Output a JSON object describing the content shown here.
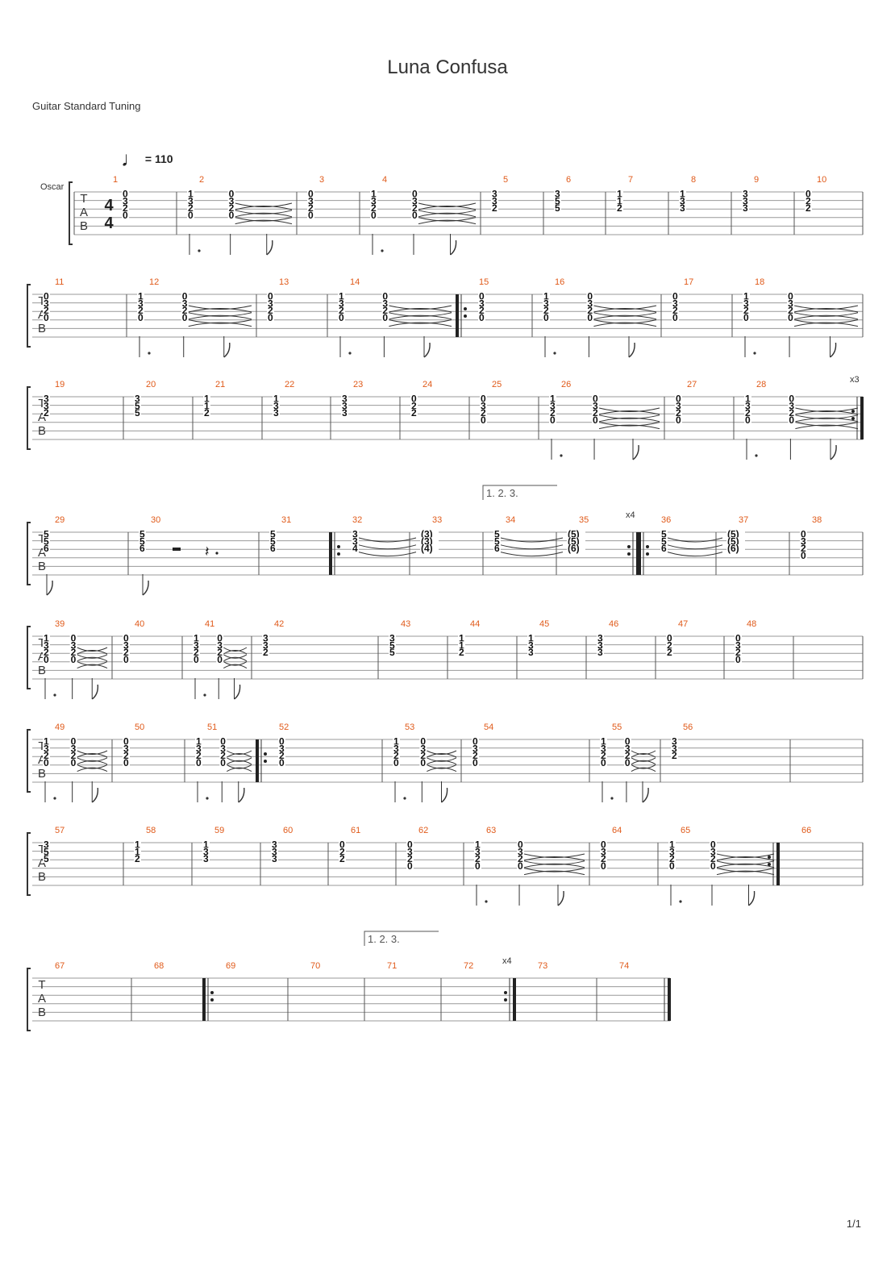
{
  "title": "Luna Confusa",
  "tuning_label": "Guitar Standard Tuning",
  "tempo": {
    "glyph": "♩",
    "text": "= 110"
  },
  "track_name": "Oscar",
  "time_signature": {
    "top": "4",
    "bottom": "4"
  },
  "tab_clef": [
    "T",
    "A",
    "B"
  ],
  "page_number": "1/1",
  "chords": {
    "A": [
      "0",
      "3",
      "2",
      "0"
    ],
    "B": [
      "1",
      "3",
      "2",
      "0"
    ],
    "C": [
      "3",
      "3",
      "2"
    ],
    "D": [
      "3",
      "5",
      "5"
    ],
    "E": [
      "1",
      "1",
      "2"
    ],
    "F": [
      "1",
      "3",
      "3"
    ],
    "G": [
      "3",
      "3",
      "3"
    ],
    "H": [
      "0",
      "2",
      "2"
    ],
    "I": [
      "5",
      "5",
      "6"
    ],
    "J": [
      "3",
      "3",
      "4"
    ],
    "K": [
      "(3)",
      "(3)",
      "(4)"
    ],
    "L": [
      "(5)",
      "(5)",
      "(6)"
    ]
  },
  "systems": [
    {
      "measures": [
        {
          "n": "1",
          "type": "single",
          "chord": "A",
          "ts": true
        },
        {
          "n": "2",
          "type": "double",
          "chords": [
            "B",
            "A"
          ]
        },
        {
          "n": "3",
          "type": "single",
          "chord": "A"
        },
        {
          "n": "4",
          "type": "double",
          "chords": [
            "B",
            "A"
          ]
        },
        {
          "n": "5",
          "type": "single",
          "chord": "C"
        },
        {
          "n": "6",
          "type": "single",
          "chord": "D"
        },
        {
          "n": "7",
          "type": "single",
          "chord": "E"
        },
        {
          "n": "8",
          "type": "single",
          "chord": "F"
        },
        {
          "n": "9",
          "type": "single",
          "chord": "G"
        },
        {
          "n": "10",
          "type": "single",
          "chord": "H"
        }
      ]
    },
    {
      "measures": [
        {
          "n": "11",
          "type": "single",
          "chord": "A"
        },
        {
          "n": "12",
          "type": "double",
          "chords": [
            "B",
            "A"
          ]
        },
        {
          "n": "13",
          "type": "single",
          "chord": "A"
        },
        {
          "n": "14",
          "type": "double",
          "chords": [
            "B",
            "A"
          ]
        },
        {
          "n": "15",
          "type": "single",
          "chord": "A",
          "repeat_start": true
        },
        {
          "n": "16",
          "type": "double",
          "chords": [
            "B",
            "A"
          ]
        },
        {
          "n": "17",
          "type": "single",
          "chord": "A"
        },
        {
          "n": "18",
          "type": "double",
          "chords": [
            "B",
            "A"
          ]
        }
      ]
    },
    {
      "measures": [
        {
          "n": "19",
          "type": "single",
          "chord": "C"
        },
        {
          "n": "20",
          "type": "single",
          "chord": "D"
        },
        {
          "n": "21",
          "type": "single",
          "chord": "E"
        },
        {
          "n": "22",
          "type": "single",
          "chord": "F"
        },
        {
          "n": "23",
          "type": "single",
          "chord": "G"
        },
        {
          "n": "24",
          "type": "single",
          "chord": "H"
        },
        {
          "n": "25",
          "type": "single",
          "chord": "A"
        },
        {
          "n": "26",
          "type": "double",
          "chords": [
            "B",
            "A"
          ]
        },
        {
          "n": "27",
          "type": "single",
          "chord": "A"
        },
        {
          "n": "28",
          "type": "double",
          "chords": [
            "B",
            "A"
          ],
          "repeat_end": true,
          "repeat_count": "x3"
        }
      ]
    },
    {
      "measures": [
        {
          "n": "29",
          "type": "single",
          "chord": "I",
          "flag": true
        },
        {
          "n": "30",
          "type": "rest",
          "chord": "I"
        },
        {
          "n": "31",
          "type": "single",
          "chord": "I"
        },
        {
          "n": "32",
          "type": "tie",
          "chord": "J",
          "repeat_start": true
        },
        {
          "n": "33",
          "type": "single",
          "chord": "K"
        },
        {
          "n": "34",
          "type": "tie",
          "chord": "I",
          "volta": "1. 2. 3."
        },
        {
          "n": "35",
          "type": "single",
          "chord": "L",
          "repeat_end": true,
          "repeat_count": "x4"
        },
        {
          "n": "36",
          "type": "tie",
          "chord": "I",
          "repeat_start": true
        },
        {
          "n": "37",
          "type": "single",
          "chord": "L"
        },
        {
          "n": "38",
          "type": "single",
          "chord": "A"
        }
      ]
    },
    {
      "measures": [
        {
          "n": "39",
          "type": "double",
          "chords": [
            "B",
            "A"
          ]
        },
        {
          "n": "40",
          "type": "single",
          "chord": "A"
        },
        {
          "n": "41",
          "type": "double",
          "chords": [
            "B",
            "A"
          ]
        },
        {
          "n": "42",
          "type": "single",
          "chord": "C"
        },
        {
          "n": "43",
          "type": "single",
          "chord": "D"
        },
        {
          "n": "44",
          "type": "single",
          "chord": "E"
        },
        {
          "n": "45",
          "type": "single",
          "chord": "F"
        },
        {
          "n": "46",
          "type": "single",
          "chord": "G"
        },
        {
          "n": "47",
          "type": "single",
          "chord": "H"
        },
        {
          "n": "48",
          "type": "single",
          "chord": "A"
        }
      ]
    },
    {
      "measures": [
        {
          "n": "49",
          "type": "double",
          "chords": [
            "B",
            "A"
          ]
        },
        {
          "n": "50",
          "type": "single",
          "chord": "A"
        },
        {
          "n": "51",
          "type": "double",
          "chords": [
            "B",
            "A"
          ]
        },
        {
          "n": "52",
          "type": "single",
          "chord": "A",
          "repeat_start": true
        },
        {
          "n": "53",
          "type": "double",
          "chords": [
            "B",
            "A"
          ]
        },
        {
          "n": "54",
          "type": "single",
          "chord": "A"
        },
        {
          "n": "55",
          "type": "double",
          "chords": [
            "B",
            "A"
          ]
        },
        {
          "n": "56",
          "type": "single",
          "chord": "C"
        }
      ]
    },
    {
      "measures": [
        {
          "n": "57",
          "type": "single",
          "chord": "D"
        },
        {
          "n": "58",
          "type": "single",
          "chord": "E"
        },
        {
          "n": "59",
          "type": "single",
          "chord": "F"
        },
        {
          "n": "60",
          "type": "single",
          "chord": "G"
        },
        {
          "n": "61",
          "type": "single",
          "chord": "H"
        },
        {
          "n": "62",
          "type": "single",
          "chord": "A"
        },
        {
          "n": "63",
          "type": "double",
          "chords": [
            "B",
            "A"
          ]
        },
        {
          "n": "64",
          "type": "single",
          "chord": "A"
        },
        {
          "n": "65",
          "type": "double",
          "chords": [
            "B",
            "A"
          ],
          "repeat_end": true
        },
        {
          "n": "66",
          "type": "empty"
        }
      ]
    },
    {
      "measures": [
        {
          "n": "67",
          "type": "empty"
        },
        {
          "n": "68",
          "type": "empty"
        },
        {
          "n": "69",
          "type": "empty",
          "repeat_start": true
        },
        {
          "n": "70",
          "type": "empty"
        },
        {
          "n": "71",
          "type": "empty",
          "volta": "1. 2. 3."
        },
        {
          "n": "72",
          "type": "empty",
          "repeat_end": true,
          "repeat_count": "x4"
        },
        {
          "n": "73",
          "type": "empty"
        },
        {
          "n": "74",
          "type": "empty",
          "final": true
        }
      ]
    }
  ]
}
